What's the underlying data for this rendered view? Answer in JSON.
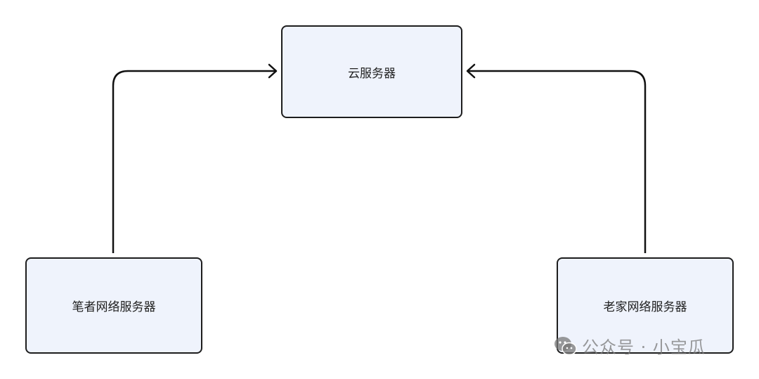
{
  "nodes": {
    "cloud_server": "云服务器",
    "author_server": "笔者网络服务器",
    "home_server": "老家网络服务器"
  },
  "watermark": {
    "text": "公众号 · 小宝瓜",
    "icon": "wechat-icon"
  },
  "edges": [
    {
      "from": "author_server",
      "to": "cloud_server"
    },
    {
      "from": "home_server",
      "to": "cloud_server"
    }
  ]
}
